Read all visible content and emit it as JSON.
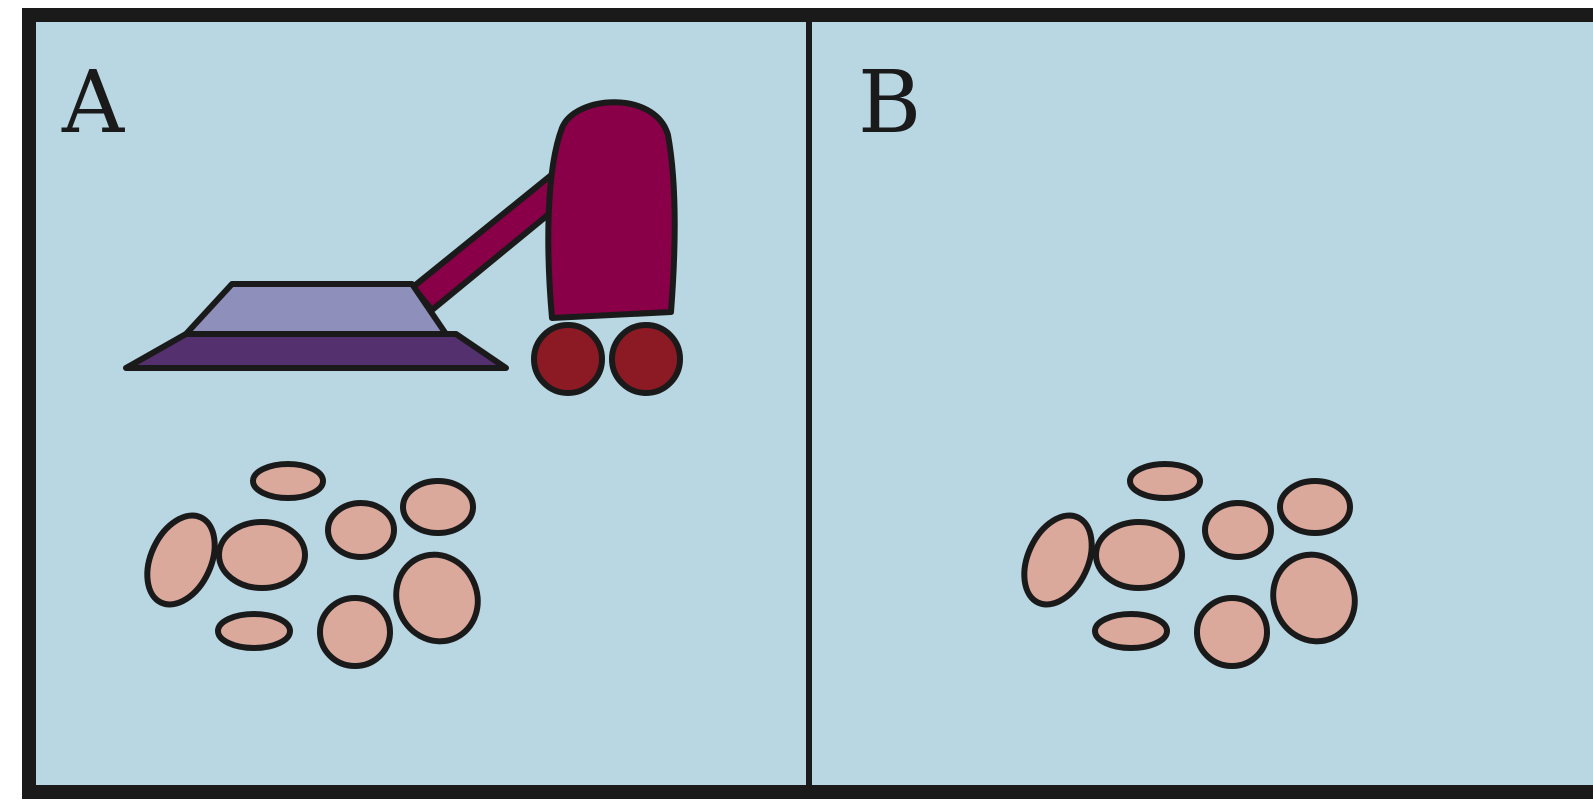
{
  "panels": [
    {
      "label": "A",
      "contains": [
        "vacuum-cleaner",
        "dirt-pile"
      ]
    },
    {
      "label": "B",
      "contains": [
        "dirt-pile"
      ]
    }
  ],
  "colors": {
    "background": "#b8d7e2",
    "border": "#1a1a1a",
    "vacuum_body": "#8a0048",
    "vacuum_wheels": "#8c1a24",
    "vacuum_head_top": "#8f8fbc",
    "vacuum_head_base": "#54306e",
    "dirt": "#dba89c"
  }
}
